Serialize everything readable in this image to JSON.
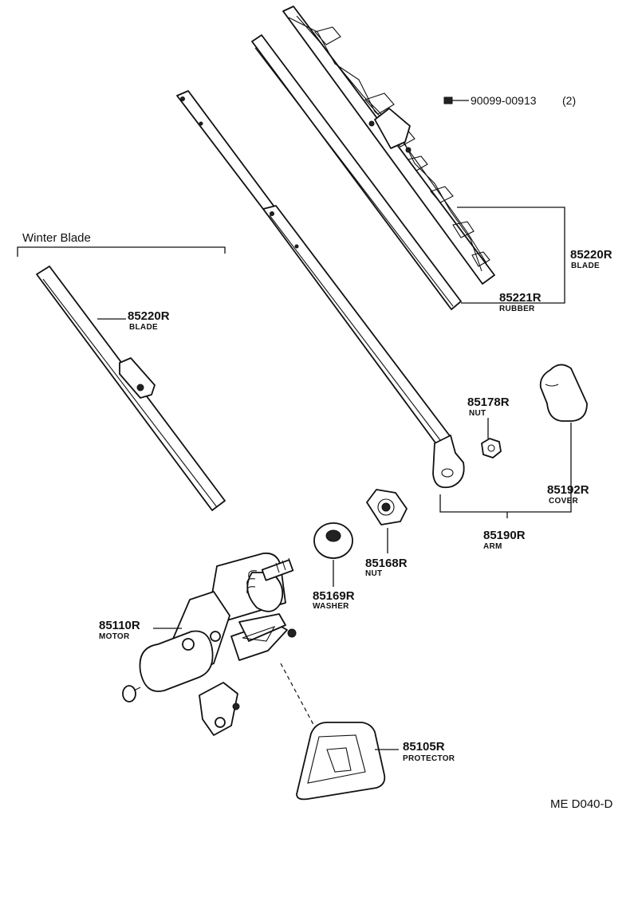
{
  "diagram": {
    "section_label": "Winter Blade",
    "figure_code": "ME D040-D",
    "fastener": {
      "part_no": "90099-00913",
      "qty": "(2)"
    },
    "parts": {
      "blade_main": {
        "part_no": "85220R",
        "name": "BLADE"
      },
      "rubber": {
        "part_no": "85221R",
        "name": "RUBBER"
      },
      "blade_winter": {
        "part_no": "85220R",
        "name": "BLADE"
      },
      "nut_arm": {
        "part_no": "85178R",
        "name": "NUT"
      },
      "cover": {
        "part_no": "85192R",
        "name": "COVER"
      },
      "arm": {
        "part_no": "85190R",
        "name": "ARM"
      },
      "nut_pivot": {
        "part_no": "85168R",
        "name": "NUT"
      },
      "washer": {
        "part_no": "85169R",
        "name": "WASHER"
      },
      "motor": {
        "part_no": "85110R",
        "name": "MOTOR"
      },
      "protector": {
        "part_no": "85105R",
        "name": "PROTECTOR"
      }
    }
  }
}
